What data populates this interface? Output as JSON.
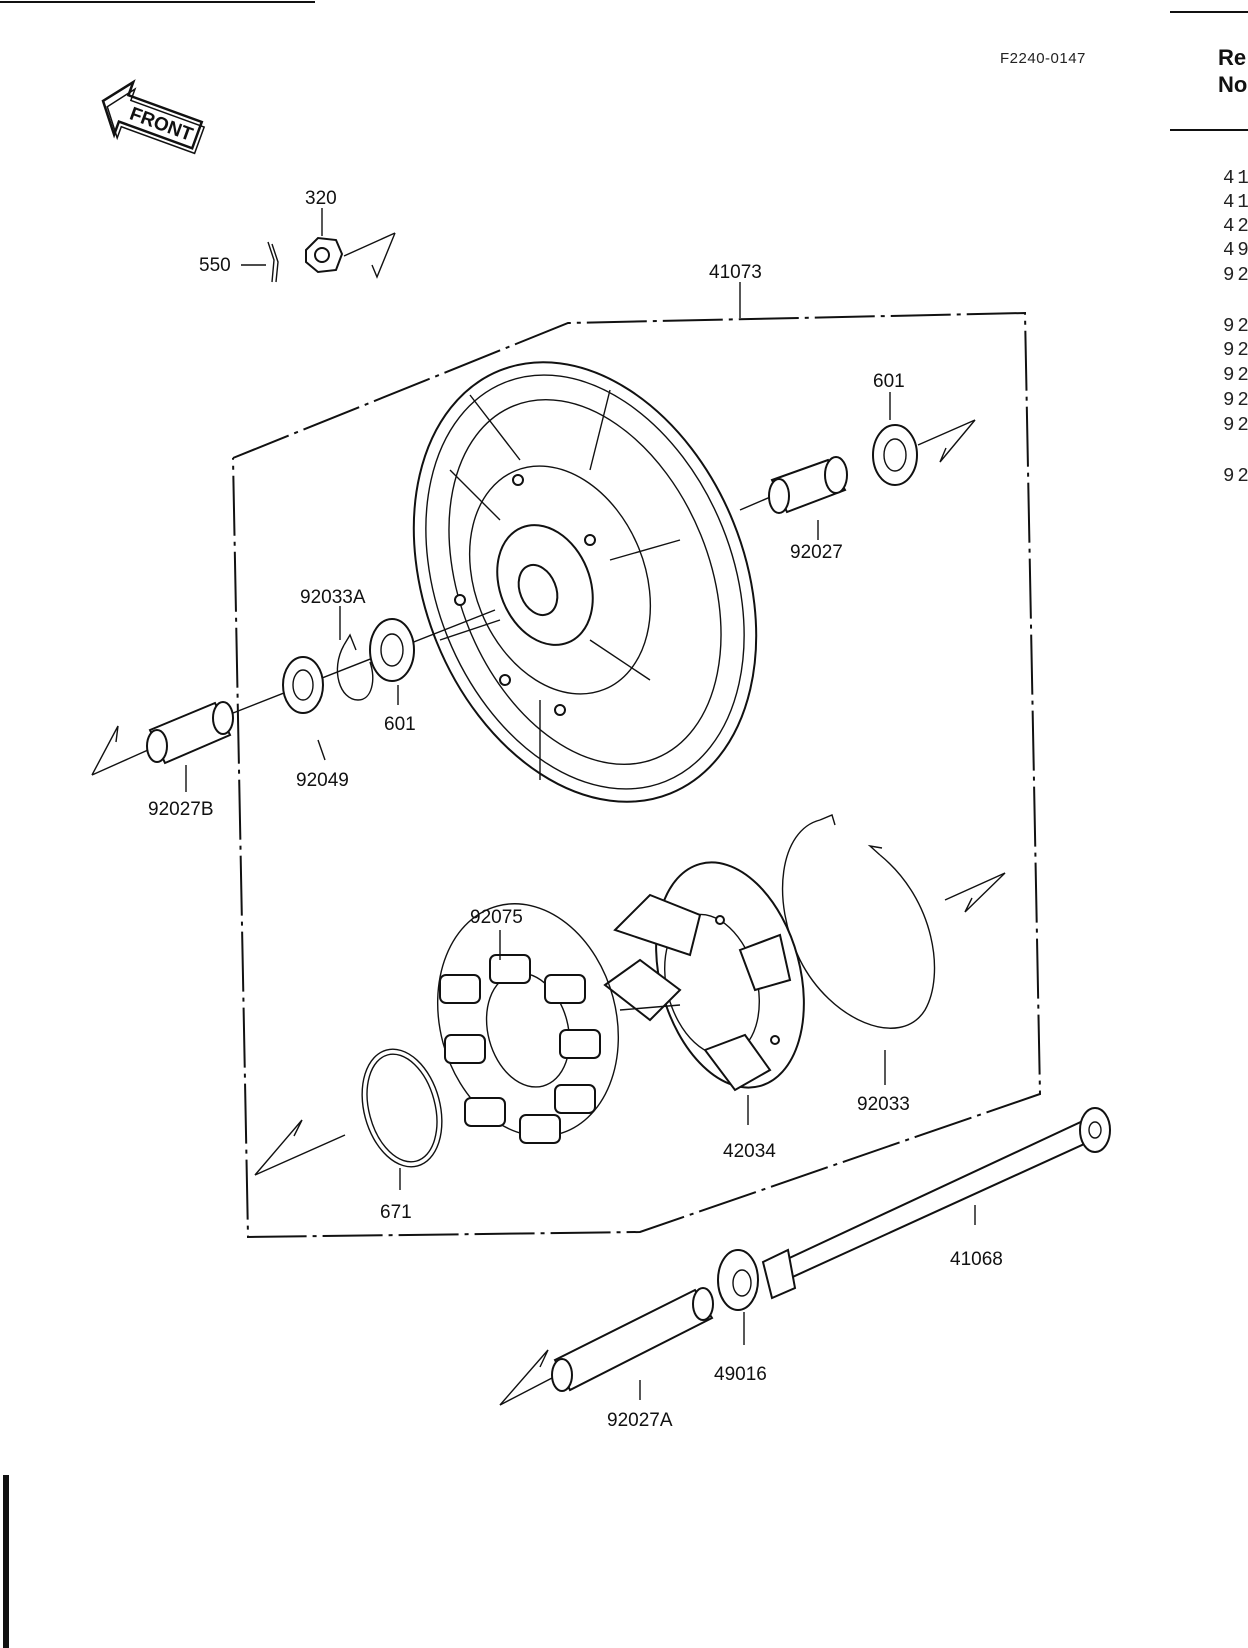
{
  "figure_code": "F2240-0147",
  "front_arrow_label": "FRONT",
  "right_header": [
    "Re",
    "No"
  ],
  "right_column": [
    "41",
    "41",
    "42",
    "49",
    "92",
    "92",
    "92",
    "92",
    "92",
    "92",
    "92"
  ],
  "callouts": {
    "c320": "320",
    "c550": "550",
    "c41073": "41073",
    "c601_top": "601",
    "c92027": "92027",
    "c92033A": "92033A",
    "c601_left": "601",
    "c92049": "92049",
    "c92027B": "92027B",
    "c92075": "92075",
    "c42034": "42034",
    "c92033": "92033",
    "c671": "671",
    "c41068": "41068",
    "c49016": "49016",
    "c92027A": "92027A"
  }
}
